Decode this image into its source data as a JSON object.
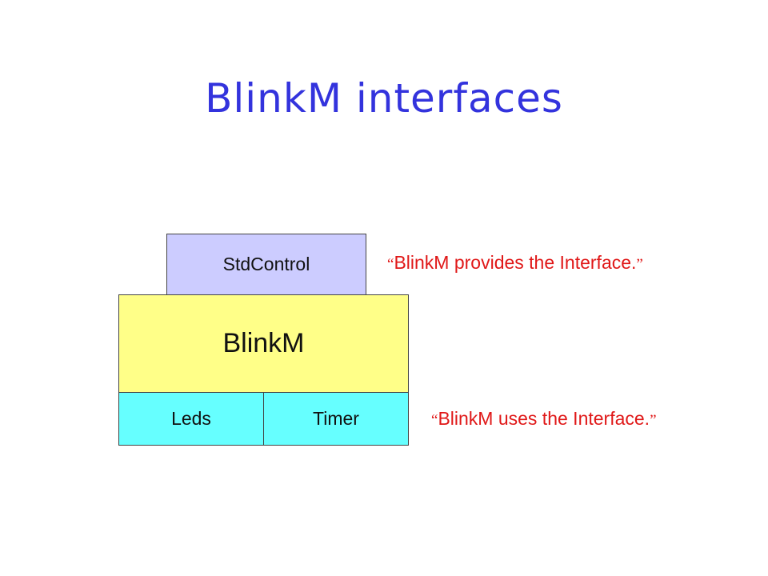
{
  "title": "BlinkM interfaces",
  "colors": {
    "title": "#3333dd",
    "provided_interface_fill": "#ccccff",
    "component_fill": "#ffff88",
    "used_interface_fill": "#66ffff",
    "annotation_text": "#e01818"
  },
  "diagram": {
    "provided_interface": "StdControl",
    "component": "BlinkM",
    "used_interfaces": [
      "Leds",
      "Timer"
    ]
  },
  "annotations": {
    "provides": {
      "open_quote": "“",
      "text": "BlinkM provides the Interface.",
      "close_quote": "”"
    },
    "uses": {
      "open_quote": "“",
      "text": "BlinkM uses the Interface.",
      "close_quote": "”"
    }
  }
}
